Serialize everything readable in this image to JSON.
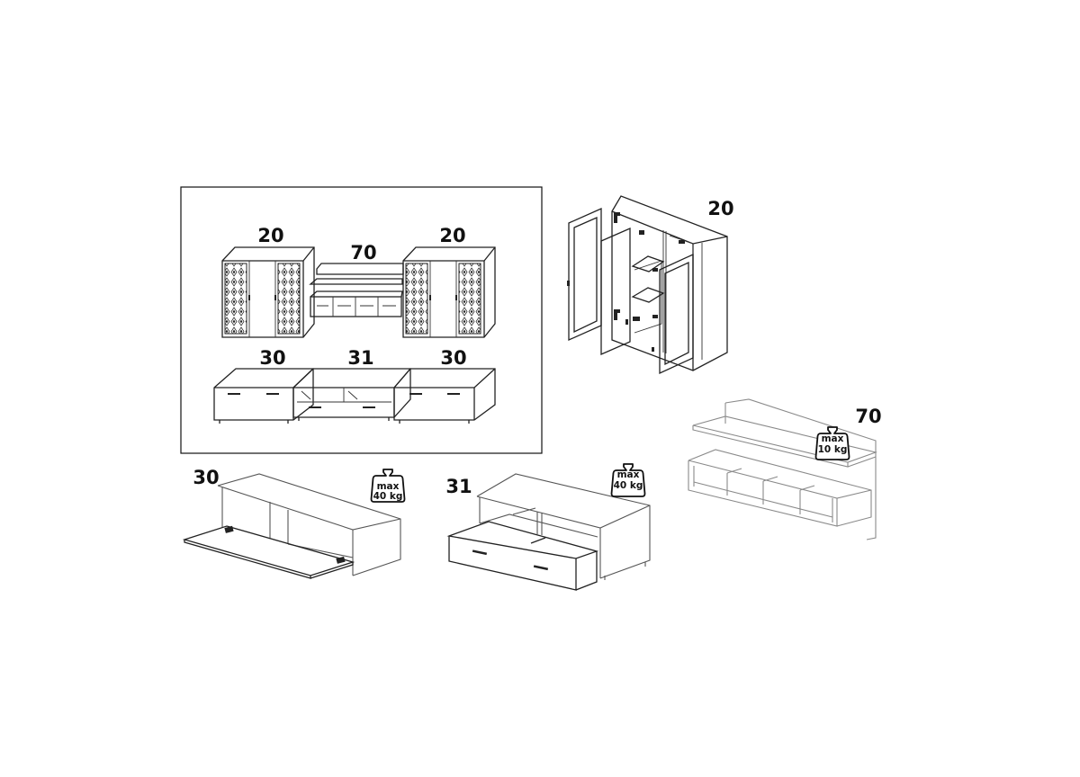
{
  "overview": {
    "labels": {
      "vitrine_left": "20",
      "wall_shelf": "70",
      "vitrine_right": "20",
      "lowboard_left": "30",
      "tv_table": "31",
      "lowboard_right": "30"
    }
  },
  "details": {
    "vitrine_label": "20",
    "shelf_label": "70",
    "lowboard_label": "30",
    "tv_table_label": "31"
  },
  "weight_badges": {
    "lowboard": {
      "line1": "max",
      "line2": "40 kg"
    },
    "tv_table": {
      "line1": "max",
      "line2": "40 kg"
    },
    "shelf": {
      "line1": "max",
      "line2": "10 kg"
    }
  },
  "icons": [
    "weight-icon",
    "hinge-icon",
    "handle-icon",
    "glass-pattern-icon"
  ]
}
